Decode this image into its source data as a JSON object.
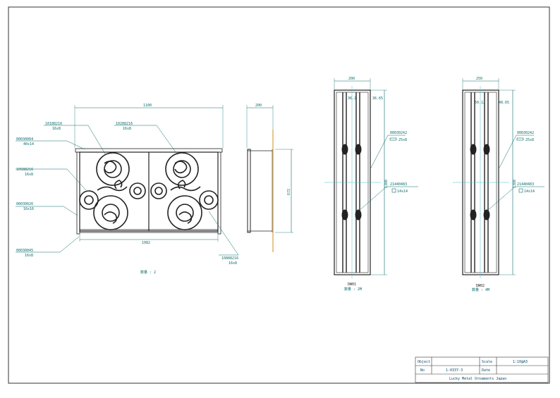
{
  "front_view": {
    "width_dim": "1100",
    "inner_dim": "1082",
    "qty": "数量 : 2",
    "labels": [
      {
        "code": "10188216",
        "size": "16x8"
      },
      {
        "code": "10288216",
        "size": "16x8"
      },
      {
        "code": "00030004",
        "size": "40x14"
      },
      {
        "code": "10588216",
        "size": "16x8"
      },
      {
        "code": "00030026",
        "size": "16x16"
      },
      {
        "code": "00030045",
        "size": "16x8"
      },
      {
        "code": "10888216",
        "size": "16x8"
      }
    ]
  },
  "side_view": {
    "depth_dim": "200",
    "height_dim": "672"
  },
  "door1": {
    "width_dim": "200",
    "top_left": "36.2",
    "top_right": "36.65",
    "height_dim": "1380",
    "labels": [
      {
        "code": "00030242",
        "size": "25x8"
      },
      {
        "code": "21440483",
        "size": "14x14"
      }
    ],
    "name": "DW01",
    "qty": "数量 : 2M"
  },
  "door2": {
    "width_dim": "250",
    "top_left": "50.12",
    "top_right": "48.65",
    "height_dim": "1380",
    "labels": [
      {
        "code": "00030242",
        "size": "25x8"
      },
      {
        "code": "21440483",
        "size": "14x14"
      }
    ],
    "name": "DW02",
    "qty": "数量 : 4M"
  },
  "title_block": {
    "object_label": "Object",
    "object_value": "",
    "scale_label": "Scale",
    "scale_value": "1:10@A3",
    "no_label": "No",
    "no_value": "1-0337-3",
    "date_label": "Date",
    "date_value": "",
    "company": "Lucky Metal Ornaments Japan"
  },
  "colors": {
    "frame": "#222222",
    "dimension": "#0a6a6a",
    "centerline": "#40c0d0",
    "wall": "#d8a040"
  }
}
